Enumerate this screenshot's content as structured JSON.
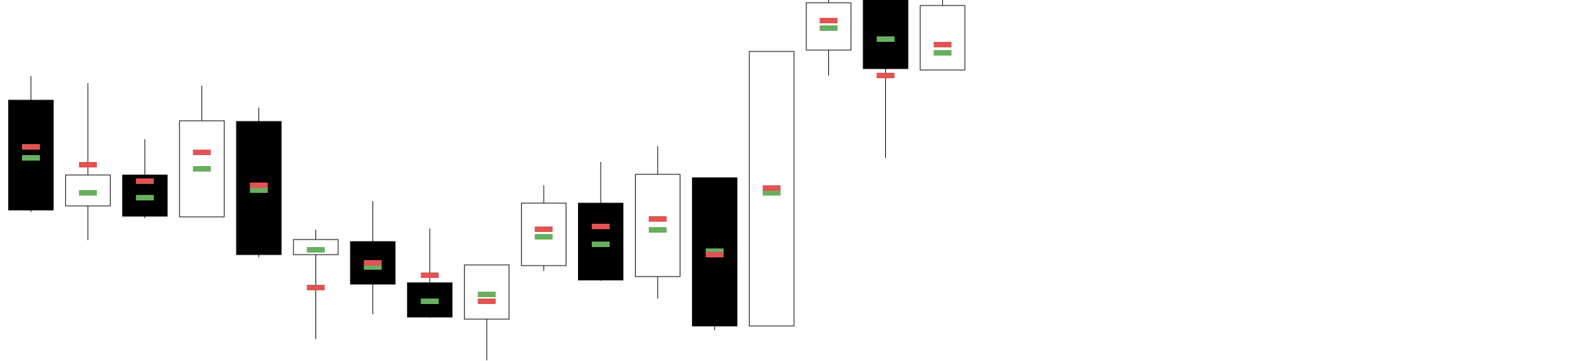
{
  "chart_data": {
    "type": "candlestick",
    "ylim": [
      0,
      526
    ],
    "grid": false,
    "legend": "none",
    "colors": {
      "background": "#ffffff",
      "up_fill": "#ffffff",
      "down_fill": "#000000",
      "outline": "#000000",
      "marker_a": "#e05454",
      "marker_b": "#67b05f"
    },
    "candles": [
      {
        "open": 380,
        "high": 415,
        "low": 217,
        "close": 220,
        "marker_a": 312,
        "marker_b": 296
      },
      {
        "open": 226,
        "high": 405,
        "low": 176,
        "close": 271,
        "marker_a": 286,
        "marker_b": 245
      },
      {
        "open": 271,
        "high": 323,
        "low": 208,
        "close": 211,
        "marker_a": 262,
        "marker_b": 238
      },
      {
        "open": 210,
        "high": 401,
        "low": 210,
        "close": 350,
        "marker_a": 304,
        "marker_b": 280
      },
      {
        "open": 349,
        "high": 369,
        "low": 151,
        "close": 155,
        "marker_a": 256,
        "marker_b": 249
      },
      {
        "open": 155,
        "high": 191,
        "low": 32,
        "close": 177,
        "marker_a": 107,
        "marker_b": 162
      },
      {
        "open": 174,
        "high": 233,
        "low": 68,
        "close": 112,
        "marker_a": 143,
        "marker_b": 137
      },
      {
        "open": 114,
        "high": 193,
        "low": 63,
        "close": 64,
        "marker_a": 125,
        "marker_b": 87
      },
      {
        "open": 61,
        "high": 140,
        "low": 1,
        "close": 140,
        "marker_a": 87,
        "marker_b": 97
      },
      {
        "open": 139,
        "high": 256,
        "low": 131,
        "close": 230,
        "marker_a": 192,
        "marker_b": 181
      },
      {
        "open": 230,
        "high": 290,
        "low": 117,
        "close": 118,
        "marker_a": 196,
        "marker_b": 170
      },
      {
        "open": 123,
        "high": 313,
        "low": 91,
        "close": 272,
        "marker_a": 207,
        "marker_b": 191
      },
      {
        "open": 267,
        "high": 267,
        "low": 45,
        "close": 51,
        "marker_a": 155,
        "marker_b": 160
      },
      {
        "open": 51,
        "high": 451,
        "low": 53,
        "close": 451,
        "marker_a": 252,
        "marker_b": 245
      },
      {
        "open": 453,
        "high": 527,
        "low": 416,
        "close": 522,
        "marker_a": 496,
        "marker_b": 485
      },
      {
        "open": 526,
        "high": 526,
        "low": 296,
        "close": 426,
        "marker_a": 416,
        "marker_b": 469
      },
      {
        "open": 424,
        "high": 526,
        "low": 424,
        "close": 518,
        "marker_a": 461,
        "marker_b": 449
      }
    ]
  }
}
